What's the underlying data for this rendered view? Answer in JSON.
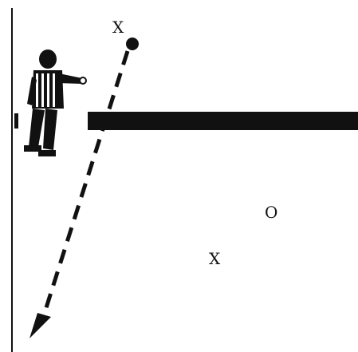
{
  "labels": {
    "top_player": "X",
    "circle_player": "O",
    "lower_player": "X"
  },
  "colors": {
    "ink": "#111111",
    "background": "#ffffff"
  },
  "icons": {
    "referee": "referee-figure-icon",
    "ball": "ball-icon",
    "arrow": "dashed-arrow-icon"
  }
}
